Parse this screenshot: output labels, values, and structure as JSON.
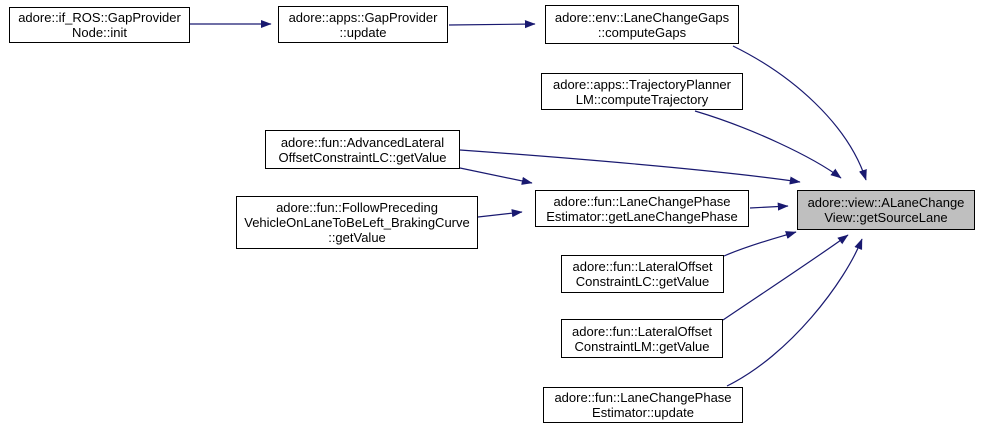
{
  "diagram": {
    "kind": "doxygen-call-graph",
    "target_function": "adore::view::ALaneChangeView::getSourceLane",
    "colors": {
      "background": "#ffffff",
      "node_fill": "#ffffff",
      "node_border": "#000000",
      "target_node_fill": "#bfbfbf",
      "edge": "#191970",
      "text": "#000000"
    }
  },
  "nodes": {
    "gap_provider_node_init": {
      "lines": [
        "adore::if_ROS::GapProvider",
        "Node::init"
      ]
    },
    "gap_provider_update": {
      "lines": [
        "adore::apps::GapProvider",
        "::update"
      ]
    },
    "lane_change_gaps_compute_gaps": {
      "lines": [
        "adore::env::LaneChangeGaps",
        "::computeGaps"
      ]
    },
    "trajectory_planner_lm": {
      "lines": [
        "adore::apps::TrajectoryPlanner",
        "LM::computeTrajectory"
      ]
    },
    "advanced_lateral_offset_lc": {
      "lines": [
        "adore::fun::AdvancedLateral",
        "OffsetConstraintLC::getValue"
      ]
    },
    "follow_preceding_braking": {
      "lines": [
        "adore::fun::FollowPreceding",
        "VehicleOnLaneToBeLeft_BrakingCurve",
        "::getValue"
      ]
    },
    "get_lane_change_phase": {
      "lines": [
        "adore::fun::LaneChangePhase",
        "Estimator::getLaneChangePhase"
      ]
    },
    "lateral_offset_lc": {
      "lines": [
        "adore::fun::LateralOffset",
        "ConstraintLC::getValue"
      ]
    },
    "lateral_offset_lm": {
      "lines": [
        "adore::fun::LateralOffset",
        "ConstraintLM::getValue"
      ]
    },
    "lane_change_phase_update": {
      "lines": [
        "adore::fun::LaneChangePhase",
        "Estimator::update"
      ]
    },
    "get_source_lane": {
      "lines": [
        "adore::view::ALaneChange",
        "View::getSourceLane"
      ]
    }
  },
  "edges": [
    {
      "from": "adore::if_ROS::GapProviderNode::init",
      "to": "adore::apps::GapProvider::update"
    },
    {
      "from": "adore::apps::GapProvider::update",
      "to": "adore::env::LaneChangeGaps::computeGaps"
    },
    {
      "from": "adore::env::LaneChangeGaps::computeGaps",
      "to": "adore::view::ALaneChangeView::getSourceLane"
    },
    {
      "from": "adore::apps::TrajectoryPlannerLM::computeTrajectory",
      "to": "adore::view::ALaneChangeView::getSourceLane"
    },
    {
      "from": "adore::fun::AdvancedLateralOffsetConstraintLC::getValue",
      "to": "adore::view::ALaneChangeView::getSourceLane"
    },
    {
      "from": "adore::fun::AdvancedLateralOffsetConstraintLC::getValue",
      "to": "adore::fun::LaneChangePhaseEstimator::getLaneChangePhase"
    },
    {
      "from": "adore::fun::FollowPrecedingVehicleOnLaneToBeLeft_BrakingCurve::getValue",
      "to": "adore::fun::LaneChangePhaseEstimator::getLaneChangePhase"
    },
    {
      "from": "adore::fun::LaneChangePhaseEstimator::getLaneChangePhase",
      "to": "adore::view::ALaneChangeView::getSourceLane"
    },
    {
      "from": "adore::fun::LateralOffsetConstraintLC::getValue",
      "to": "adore::view::ALaneChangeView::getSourceLane"
    },
    {
      "from": "adore::fun::LateralOffsetConstraintLM::getValue",
      "to": "adore::view::ALaneChangeView::getSourceLane"
    },
    {
      "from": "adore::fun::LaneChangePhaseEstimator::update",
      "to": "adore::view::ALaneChangeView::getSourceLane"
    }
  ]
}
